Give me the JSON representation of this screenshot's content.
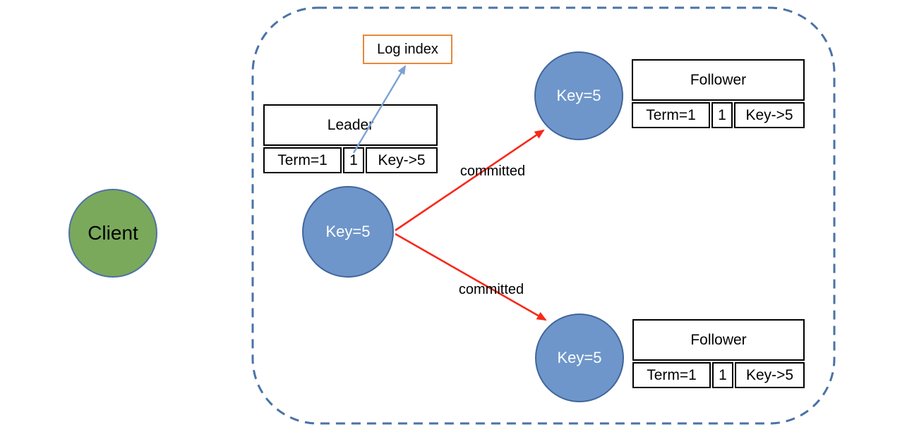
{
  "cluster": {
    "client": {
      "label": "Client"
    },
    "log_index": {
      "label": "Log index"
    },
    "leader": {
      "node_label": "Key=5",
      "table": {
        "title": "Leader",
        "cells": [
          "Term=1",
          "1",
          "Key->5"
        ]
      }
    },
    "follower_top": {
      "node_label": "Key=5",
      "table": {
        "title": "Follower",
        "cells": [
          "Term=1",
          "1",
          "Key->5"
        ]
      }
    },
    "follower_bottom": {
      "node_label": "Key=5",
      "table": {
        "title": "Follower",
        "cells": [
          "Term=1",
          "1",
          "Key->5"
        ]
      }
    },
    "edges": {
      "committed_top": {
        "label": "committed"
      },
      "committed_bottom": {
        "label": "committed"
      }
    },
    "colors": {
      "node_fill_blue": "#6e96ca",
      "node_border_blue": "#41669c",
      "client_fill_green": "#7aa95c",
      "client_border_blue": "#4f71a5",
      "arrow_red": "#f8281a",
      "arrow_blue": "#7ca1d3",
      "log_index_border_orange": "#e8883a",
      "boundary_dash_blue": "#4a72a7",
      "table_border_black": "#000000"
    }
  }
}
